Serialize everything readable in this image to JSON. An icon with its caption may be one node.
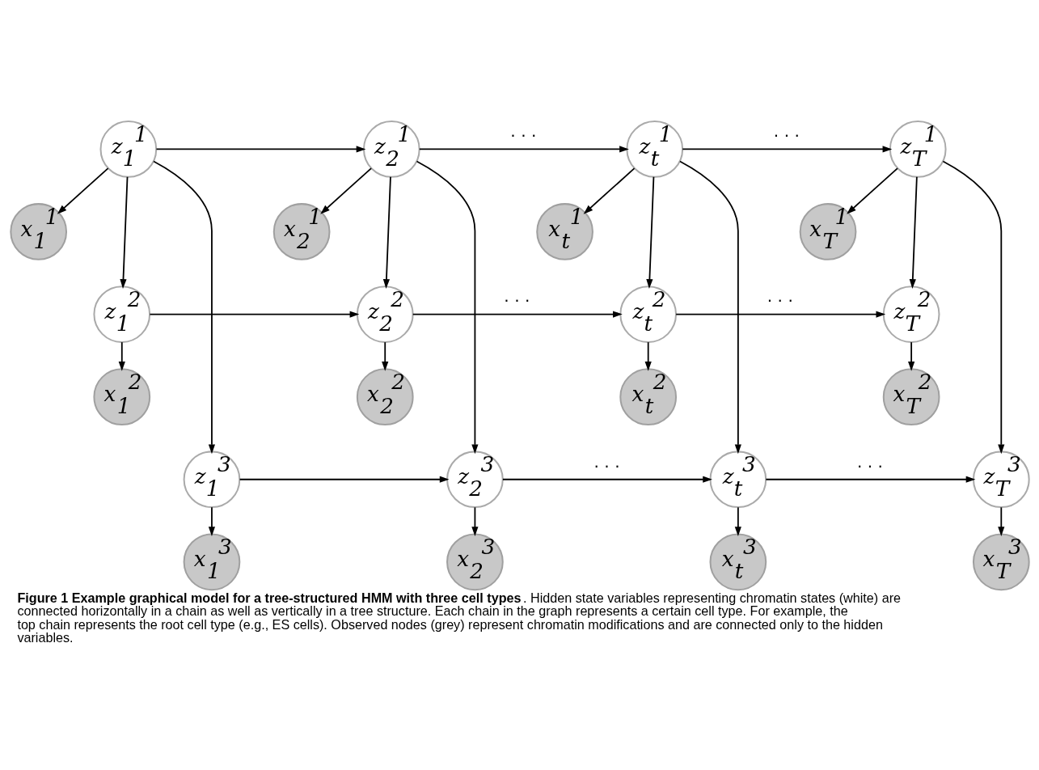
{
  "diagram": {
    "caption": "**Figure 1 Example graphical model for a tree-structured HMM with three cell types**. Hidden state variables representing chromatin states (white) are connected horizontally in a chain as well as vertically in a tree structure. Each chain in the graph represents a certain cell type. For example, the top chain represents the root cell type (e.g., ES cells). Observed nodes (grey) represent chromatin modifications and are connected only to the hidden variables.",
    "nodes": [
      {
        "text": [
          "z$_{1}$$^{1}$"
        ]
      },
      {
        "text": [
          "z$_{2}$$^{1}$"
        ]
      },
      {
        "text": [
          "z$_{t}$$^{1}$"
        ]
      },
      {
        "text": [
          "z$_{T}$$^{1}$"
        ]
      },
      {
        "text": [
          "x$_{1}$$^{1}$"
        ]
      },
      {
        "text": [
          "x$_{2}$$^{1}$"
        ]
      },
      {
        "text": [
          "x$_{t}$$^{1}$"
        ]
      },
      {
        "text": [
          "x$_{T}$$^{1}$"
        ]
      },
      {
        "text": [
          "z$_{1}$$^{2}$"
        ]
      },
      {
        "text": [
          "z$_{2}$$^{2}$"
        ]
      },
      {
        "text": [
          "z$_{t}$$^{2}$"
        ]
      },
      {
        "text": [
          "z$_{T}$$^{2}$"
        ]
      },
      {
        "text": [
          "x$_{1}$$^{2}$"
        ]
      },
      {
        "text": [
          "x$_{2}$$^{2}$"
        ]
      },
      {
        "text": [
          "x$_{t}$$^{2}$"
        ]
      },
      {
        "text": [
          "x$_{T}$$^{2}$"
        ]
      },
      {
        "text": [
          "z$_{1}$$^{3}$"
        ]
      },
      {
        "text": [
          "z$_{2}$$^{3}$"
        ]
      },
      {
        "text": [
          "z$_{t}$$^{3}$"
        ]
      },
      {
        "text": [
          "z$_{T}$$^{3}$"
        ]
      },
      {
        "text": [
          "x$_{1}$$^{3}$"
        ]
      },
      {
        "text": [
          "x$_{2}$$^{3}$"
        ]
      },
      {
        "text": [
          "x$_{t}$$^{3}$"
        ]
      },
      {
        "text": [
          "x$_{T}$$^{3}$"
        ]
      }
    ],
    "edges": [
      {
        "from": 0,
        "to": 1,
        "arrow": "to"
      },
      {
        "from": 1,
        "to": 2,
        "arrow": "to",
        "label": "· · ·"
      },
      {
        "from": 2,
        "to": 3,
        "arrow": "to",
        "label": "· · ·"
      },
      {
        "from": 8,
        "to": 9,
        "arrow": "to"
      },
      {
        "from": 9,
        "to": 10,
        "arrow": "to",
        "label": "· · ·"
      },
      {
        "from": 10,
        "to": 11,
        "arrow": "to",
        "label": "· · ·"
      },
      {
        "from": 16,
        "to": 17,
        "arrow": "to"
      },
      {
        "from": 17,
        "to": 18,
        "arrow": "to",
        "label": "· · ·"
      },
      {
        "from": 18,
        "to": 19,
        "arrow": "to",
        "label": "· · ·"
      },
      {
        "from": 0,
        "to": 8,
        "arrow": "to"
      },
      {
        "from": 0,
        "to": 16,
        "arrow": "to"
      },
      {
        "from": 1,
        "to": 9,
        "arrow": "to"
      },
      {
        "from": 1,
        "to": 17,
        "arrow": "to"
      },
      {
        "from": 2,
        "to": 10,
        "arrow": "to"
      },
      {
        "from": 2,
        "to": 18,
        "arrow": "to"
      },
      {
        "from": 3,
        "to": 11,
        "arrow": "to"
      },
      {
        "from": 3,
        "to": 19,
        "arrow": "to"
      },
      {
        "from": 0,
        "to": 4,
        "arrow": "to"
      },
      {
        "from": 1,
        "to": 5,
        "arrow": "to"
      },
      {
        "from": 2,
        "to": 6,
        "arrow": "to"
      },
      {
        "from": 3,
        "to": 7,
        "arrow": "to"
      },
      {
        "from": 8,
        "to": 12,
        "arrow": "to"
      },
      {
        "from": 9,
        "to": 13,
        "arrow": "to"
      },
      {
        "from": 10,
        "to": 14,
        "arrow": "to"
      },
      {
        "from": 11,
        "to": 15,
        "arrow": "to"
      },
      {
        "from": 16,
        "to": 20,
        "arrow": "to"
      },
      {
        "from": 17,
        "to": 21,
        "arrow": "to"
      },
      {
        "from": 18,
        "to": 22,
        "arrow": "to"
      },
      {
        "from": 19,
        "to": 23,
        "arrow": "to"
      }
    ]
  }
}
